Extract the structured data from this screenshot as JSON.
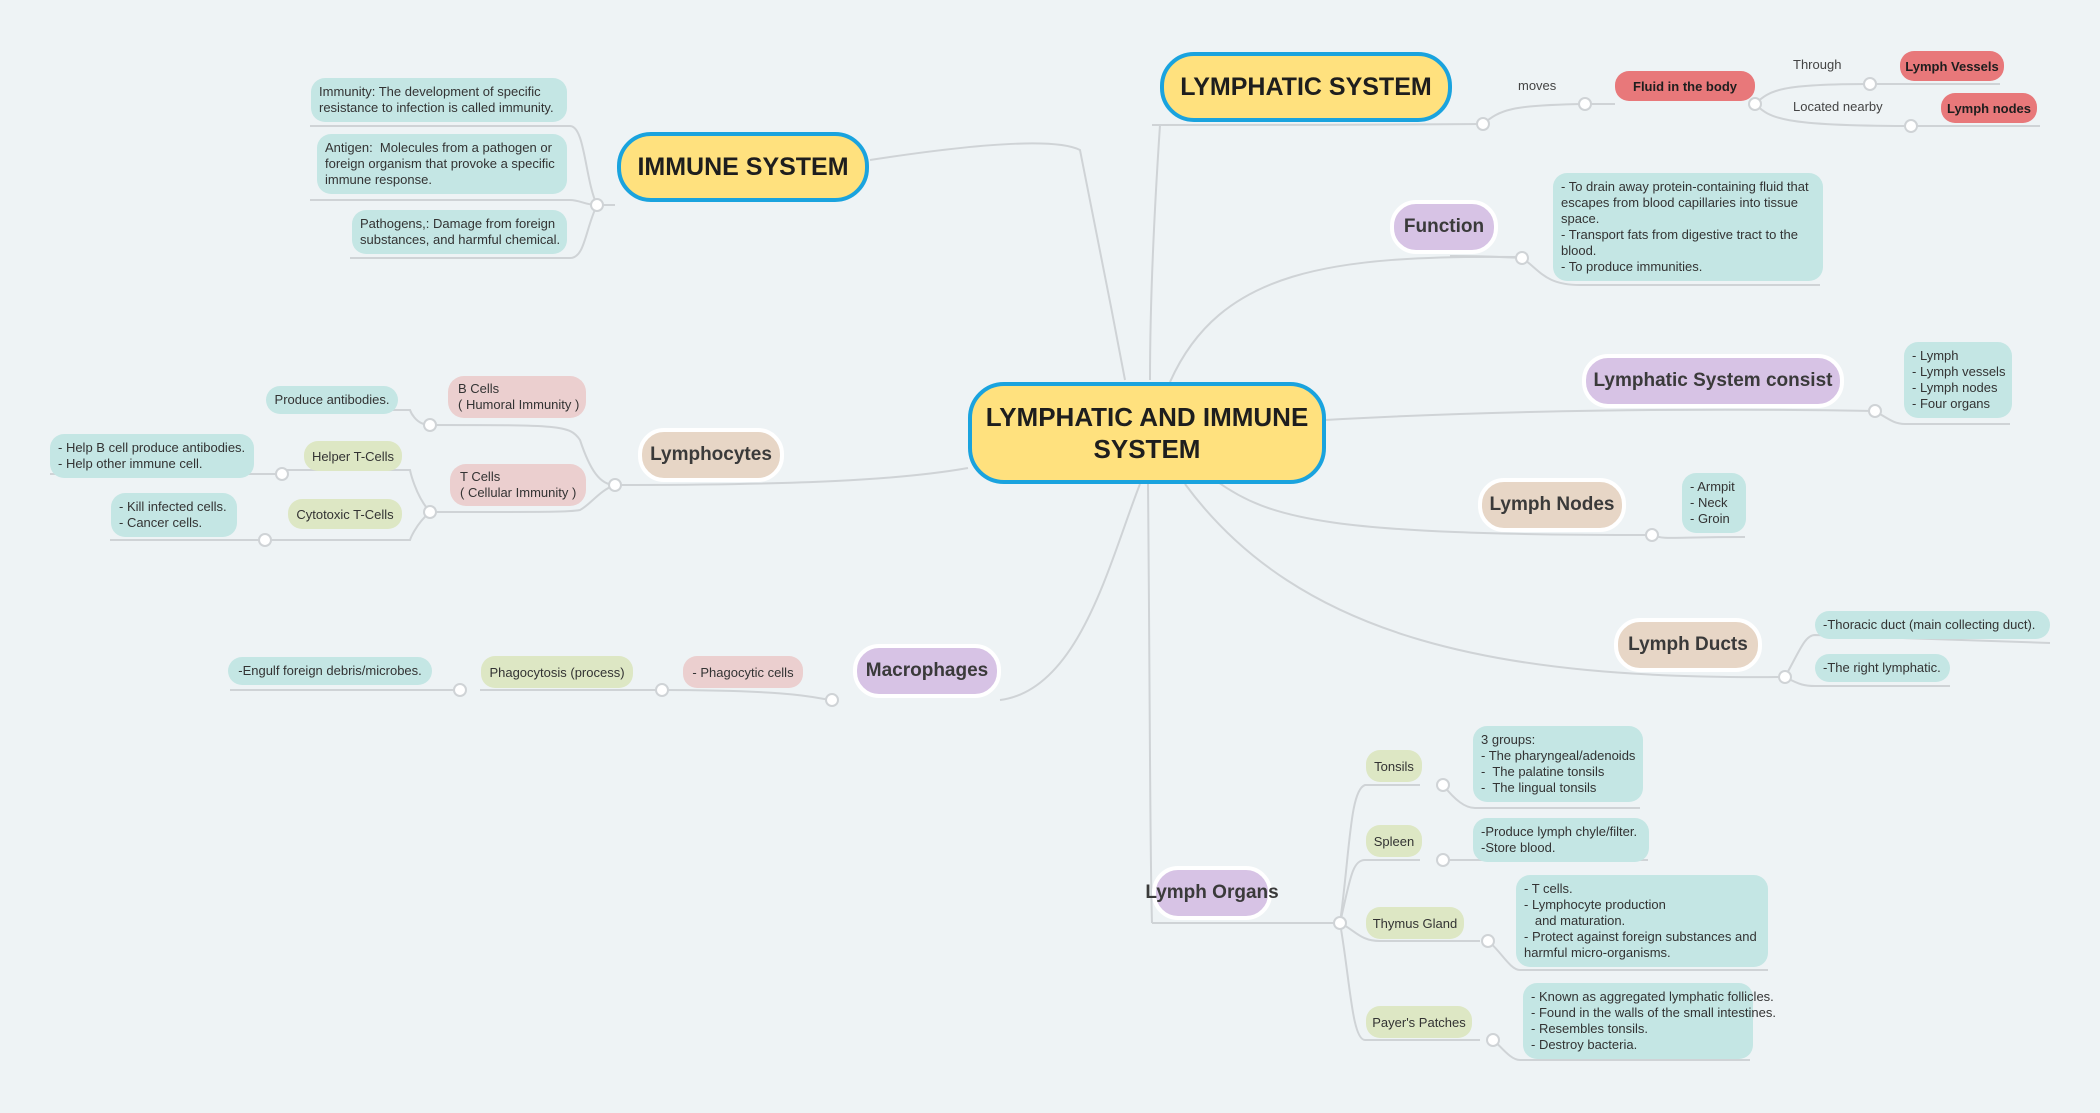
{
  "root": {
    "line1": "LYMPHATIC AND IMMUNE",
    "line2": "SYSTEM"
  },
  "lymphatic_system": {
    "title": "LYMPHATIC SYSTEM",
    "moves_label": "moves",
    "fluid": "Fluid in the body",
    "through_label": "Through",
    "vessels": "Lymph Vessels",
    "nearby_label": "Located nearby",
    "nodes": "Lymph nodes"
  },
  "immune_system": {
    "title": "IMMUNE SYSTEM",
    "notes": [
      [
        "Immunity: The development of specific",
        "resistance to infection is called immunity."
      ],
      [
        "Antigen:  Molecules from a pathogen or",
        "foreign organism that provoke a specific",
        "immune response."
      ],
      [
        "Pathogens,: Damage from foreign",
        "substances, and harmful chemical."
      ]
    ]
  },
  "function": {
    "title": "Function",
    "lines": [
      "- To drain away protein-containing fluid that",
      "escapes from blood capillaries into tissue",
      "space.",
      "- Transport fats from digestive tract to the",
      "blood.",
      "- To produce immunities."
    ]
  },
  "consist": {
    "title": "Lymphatic System consist",
    "lines": [
      "- Lymph",
      "- Lymph vessels",
      "- Lymph nodes",
      "- Four organs"
    ]
  },
  "lymph_nodes": {
    "title": "Lymph Nodes",
    "lines": [
      "- Armpit",
      "- Neck",
      "- Groin"
    ]
  },
  "lymph_ducts": {
    "title": "Lymph Ducts",
    "items": [
      "-Thoracic duct (main collecting duct).",
      "-The right lymphatic."
    ]
  },
  "lymphocytes": {
    "title": "Lymphocytes",
    "b_cells": [
      "B Cells",
      "( Humoral Immunity )"
    ],
    "b_note": "Produce antibodies.",
    "t_cells": [
      "T Cells",
      "( Cellular Immunity )"
    ],
    "helper": "Helper T-Cells",
    "helper_note": [
      "- Help B cell produce antibodies.",
      "- Help other immune cell."
    ],
    "cytotoxic": "Cytotoxic T-Cells",
    "cytotoxic_note": [
      "- Kill infected cells.",
      "- Cancer cells."
    ]
  },
  "macrophages": {
    "title": "Macrophages",
    "phagocytic": "- Phagocytic cells",
    "process": "Phagocytosis (process)",
    "engulf": "-Engulf foreign debris/microbes."
  },
  "lymph_organs": {
    "title": "Lymph Organs",
    "tonsils": "Tonsils",
    "tonsils_note": [
      "3 groups:",
      "- The pharyngeal/adenoids",
      "-  The palatine tonsils",
      "-  The lingual tonsils"
    ],
    "spleen": "Spleen",
    "spleen_note": [
      "-Produce lymph chyle/filter.",
      "-Store blood."
    ],
    "thymus": "Thymus Gland",
    "thymus_note": [
      "- T cells.",
      "- Lymphocyte production",
      "   and maturation.",
      "- Protect against foreign substances and",
      "harmful micro-organisms."
    ],
    "payer": "Payer's Patches",
    "payer_note": [
      "- Known as aggregated lymphatic follicles.",
      "- Found in the walls of the small intestines.",
      "- Resembles tonsils.",
      "- Destroy bacteria."
    ]
  },
  "colors": {
    "main_fill": "#ffe17e",
    "main_border": "#1aa3de",
    "purple": "#d7c3e5",
    "tan": "#e7d6c6",
    "teal": "#c4e6e4",
    "green": "#dde7c4",
    "pink": "#ebcfcf",
    "red": "#e8787a",
    "background": "#eef3f5"
  }
}
